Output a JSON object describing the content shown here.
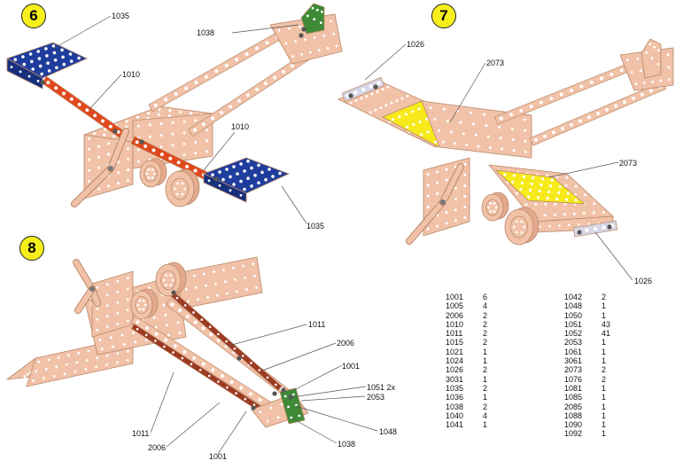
{
  "colors": {
    "plate": "#f1c2a8",
    "plate_edge": "#b98868",
    "hole": "#ffffff",
    "strip_red": "#e0481c",
    "strip_dark": "#9c3a22",
    "blue": "#1f3d9c",
    "yellow": "#f7ea1a",
    "green": "#3e8a36",
    "silver": "#d6d6e6",
    "badge": "#f7ef1c"
  },
  "steps": [
    {
      "number": "6"
    },
    {
      "number": "7"
    },
    {
      "number": "8"
    }
  ],
  "callouts": [
    {
      "text": "1035"
    },
    {
      "text": "1038"
    },
    {
      "text": "1010"
    },
    {
      "text": "1010"
    },
    {
      "text": "1035"
    },
    {
      "text": "1026"
    },
    {
      "text": "2073"
    },
    {
      "text": "2073"
    },
    {
      "text": "1026"
    },
    {
      "text": "1011"
    },
    {
      "text": "2006"
    },
    {
      "text": "1001"
    },
    {
      "text": "1051 2x"
    },
    {
      "text": "2053"
    },
    {
      "text": "1048"
    },
    {
      "text": "1038"
    },
    {
      "text": "1011"
    },
    {
      "text": "2006"
    },
    {
      "text": "1001"
    }
  ],
  "parts_list": {
    "left": [
      {
        "part": "1001",
        "qty": "6"
      },
      {
        "part": "1005",
        "qty": "4"
      },
      {
        "part": "2006",
        "qty": "2"
      },
      {
        "part": "1010",
        "qty": "2"
      },
      {
        "part": "1011",
        "qty": "2"
      },
      {
        "part": "1015",
        "qty": "2"
      },
      {
        "part": "1021",
        "qty": "1"
      },
      {
        "part": "1024",
        "qty": "1"
      },
      {
        "part": "1026",
        "qty": "2"
      },
      {
        "part": "3031",
        "qty": "1"
      },
      {
        "part": "1035",
        "qty": "2"
      },
      {
        "part": "1036",
        "qty": "1"
      },
      {
        "part": "1038",
        "qty": "2"
      },
      {
        "part": "1040",
        "qty": "4"
      },
      {
        "part": "1041",
        "qty": "1"
      }
    ],
    "right": [
      {
        "part": "1042",
        "qty": "2"
      },
      {
        "part": "1048",
        "qty": "1"
      },
      {
        "part": "1050",
        "qty": "1"
      },
      {
        "part": "1051",
        "qty": "43"
      },
      {
        "part": "1052",
        "qty": "41"
      },
      {
        "part": "2053",
        "qty": "1"
      },
      {
        "part": "1061",
        "qty": "1"
      },
      {
        "part": "3061",
        "qty": "1"
      },
      {
        "part": "2073",
        "qty": "2"
      },
      {
        "part": "1076",
        "qty": "2"
      },
      {
        "part": "1081",
        "qty": "1"
      },
      {
        "part": "1085",
        "qty": "1"
      },
      {
        "part": "2085",
        "qty": "1"
      },
      {
        "part": "1088",
        "qty": "1"
      },
      {
        "part": "1090",
        "qty": "1"
      },
      {
        "part": "1092",
        "qty": "1"
      }
    ]
  }
}
